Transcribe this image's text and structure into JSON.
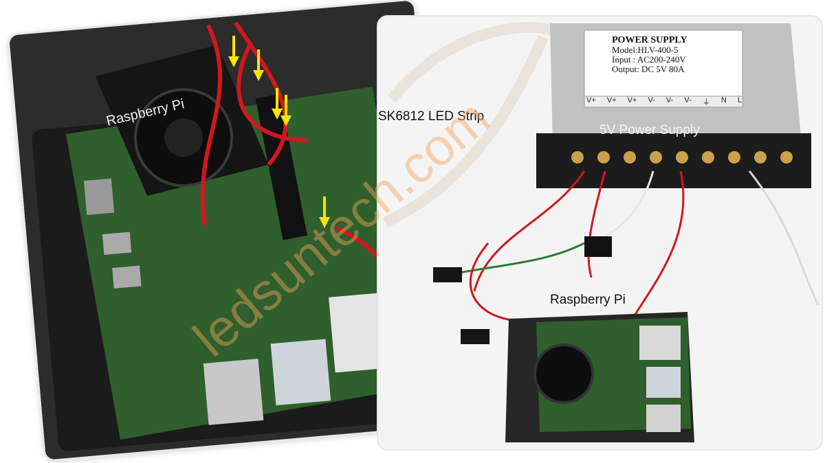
{
  "left_photo": {
    "label": "Raspberry Pi"
  },
  "right_photo": {
    "strip_label": "SK6812 LED Strip",
    "psu_label": "5V Power Supply",
    "rpi_label": "Raspberry Pi",
    "psu_plate": {
      "title": "POWER SUPPLY",
      "model": "Model:HLV-400-5",
      "input": "Input : AC200-240V",
      "output": "Output: DC 5V 80A",
      "terminals": [
        "V+",
        "V+",
        "V+",
        "V-",
        "V-",
        "V-",
        "⏚",
        "N",
        "L"
      ]
    }
  },
  "watermark": "ledsuntech.com",
  "colors": {
    "arrow": "#f7e600",
    "wire_red": "#d2161e",
    "wire_white": "#e6e6e6",
    "board_green": "#2f5f2c",
    "case_dark": "#252525",
    "psu_silver": "#bdbdbd",
    "watermark": "#f1a55f"
  },
  "icons": [
    "down-arrow-icon"
  ]
}
